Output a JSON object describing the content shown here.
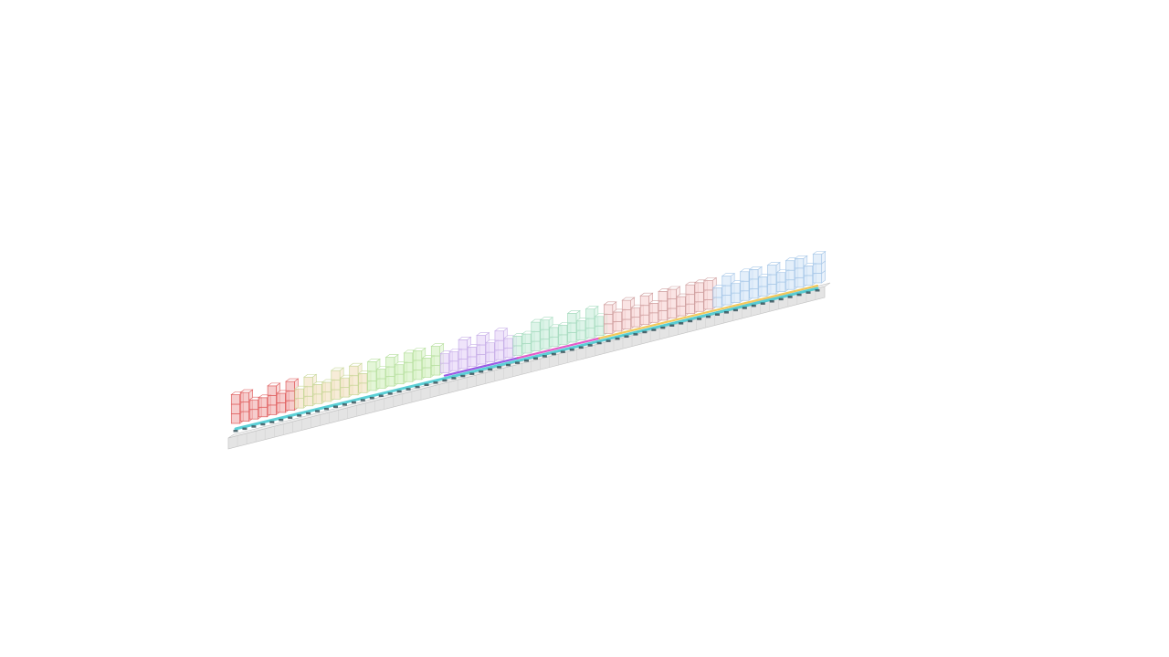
{
  "viewport": {
    "background": "#ffffff"
  },
  "scene": {
    "description_free": true,
    "block_count": 65,
    "groups": [
      {
        "blocks": 7,
        "heights": [
          3,
          3,
          2,
          2,
          3,
          2,
          3
        ],
        "main_color": "#f2b8b8",
        "edge_color": "#e06060"
      },
      {
        "blocks": 8,
        "heights": [
          2,
          3,
          2,
          2,
          3,
          2,
          3,
          2
        ],
        "main_color": "#f4e4c8",
        "edge_color": "#c9d89a"
      },
      {
        "blocks": 8,
        "heights": [
          3,
          2,
          3,
          2,
          3,
          3,
          2,
          3
        ],
        "main_color": "#d8f2c8",
        "edge_color": "#b8e0a0"
      },
      {
        "blocks": 8,
        "heights": [
          2,
          2,
          3,
          2,
          3,
          2,
          3,
          2
        ],
        "main_color": "#e8d8f8",
        "edge_color": "#c8b0e8"
      },
      {
        "blocks": 10,
        "heights": [
          2,
          2,
          3,
          3,
          2,
          2,
          3,
          2,
          3,
          2
        ],
        "main_color": "#d0f0e0",
        "edge_color": "#a8dcc0"
      },
      {
        "blocks": 12,
        "heights": [
          3,
          2,
          3,
          2,
          3,
          2,
          3,
          3,
          2,
          3,
          3,
          3
        ],
        "main_color": "#f8d8d8",
        "edge_color": "#d0a0a0"
      },
      {
        "blocks": 12,
        "heights": [
          2,
          3,
          2,
          3,
          3,
          2,
          3,
          2,
          3,
          3,
          2,
          3
        ],
        "main_color": "#d8e8f8",
        "edge_color": "#a8c8e8"
      }
    ],
    "rails": [
      {
        "name": "cyan-rail",
        "color": "#40c8d0"
      },
      {
        "name": "purple-rail",
        "color": "#8840e0"
      },
      {
        "name": "magenta-rail",
        "color": "#e040c0"
      },
      {
        "name": "yellow-rail",
        "color": "#f0c040"
      }
    ],
    "base_color": "#e4e4e4",
    "base_edge": "#c0c0c0"
  }
}
